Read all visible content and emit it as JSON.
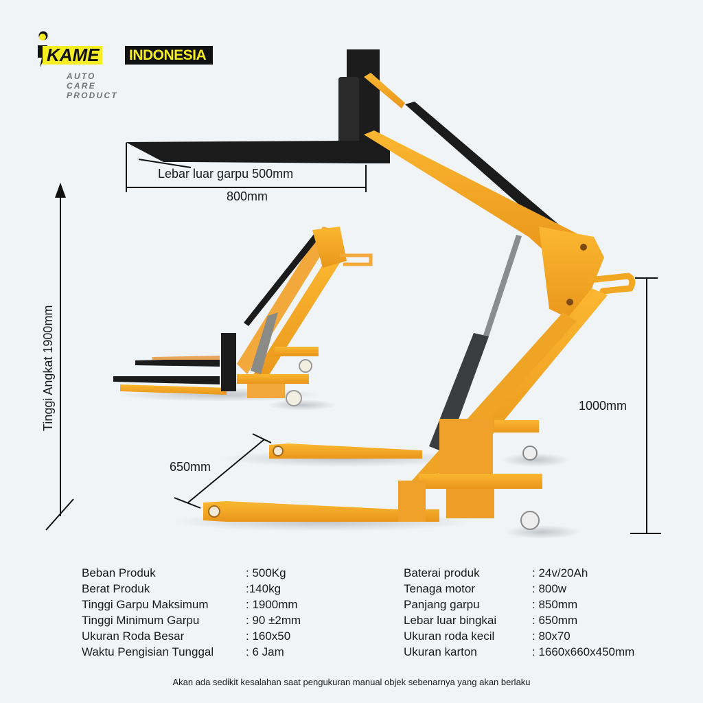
{
  "brand": {
    "name_part1": "KAME",
    "name_part2": "INDONESIA",
    "tagline": "AUTO CARE PRODUCT",
    "colors": {
      "yellow": "#f6ee22",
      "black": "#111111",
      "tagline_gray": "#6f7479"
    }
  },
  "product_image": {
    "subject": "Electric counterbalance pallet stacker / lifter (orange and black)",
    "primary_color": "#f5a623",
    "fork_color": "#1b1b1b"
  },
  "dimensions": {
    "fork_outer_width": "Lebar luar garpu 500mm",
    "fork_length": "800mm",
    "lift_height": "Tinggi Angkat 1900mm",
    "handle_height": "1000mm",
    "frame_width": "650mm"
  },
  "specs_left": [
    {
      "label": "Beban Produk",
      "value": ": 500Kg"
    },
    {
      "label": "Berat Produk",
      "value": ":140kg"
    },
    {
      "label": "Tinggi Garpu Maksimum",
      "value": ": 1900mm"
    },
    {
      "label": "Tinggi Minimum Garpu",
      "value": ": 90 ±2mm"
    },
    {
      "label": "Ukuran Roda Besar",
      "value": ": 160x50"
    },
    {
      "label": "Waktu Pengisian Tunggal",
      "value": ": 6 Jam"
    }
  ],
  "specs_right": [
    {
      "label": "Baterai produk",
      "value": ": 24v/20Ah"
    },
    {
      "label": "Tenaga motor",
      "value": ": 800w"
    },
    {
      "label": "Panjang garpu",
      "value": ": 850mm"
    },
    {
      "label": "Lebar luar bingkai",
      "value": ": 650mm"
    },
    {
      "label": "Ukuran roda kecil",
      "value": ": 80x70"
    },
    {
      "label": "Ukuran karton",
      "value": ": 1660x660x450mm"
    }
  ],
  "footnote": "Akan ada sedikit kesalahan saat pengukuran manual objek sebenarnya yang akan berlaku"
}
